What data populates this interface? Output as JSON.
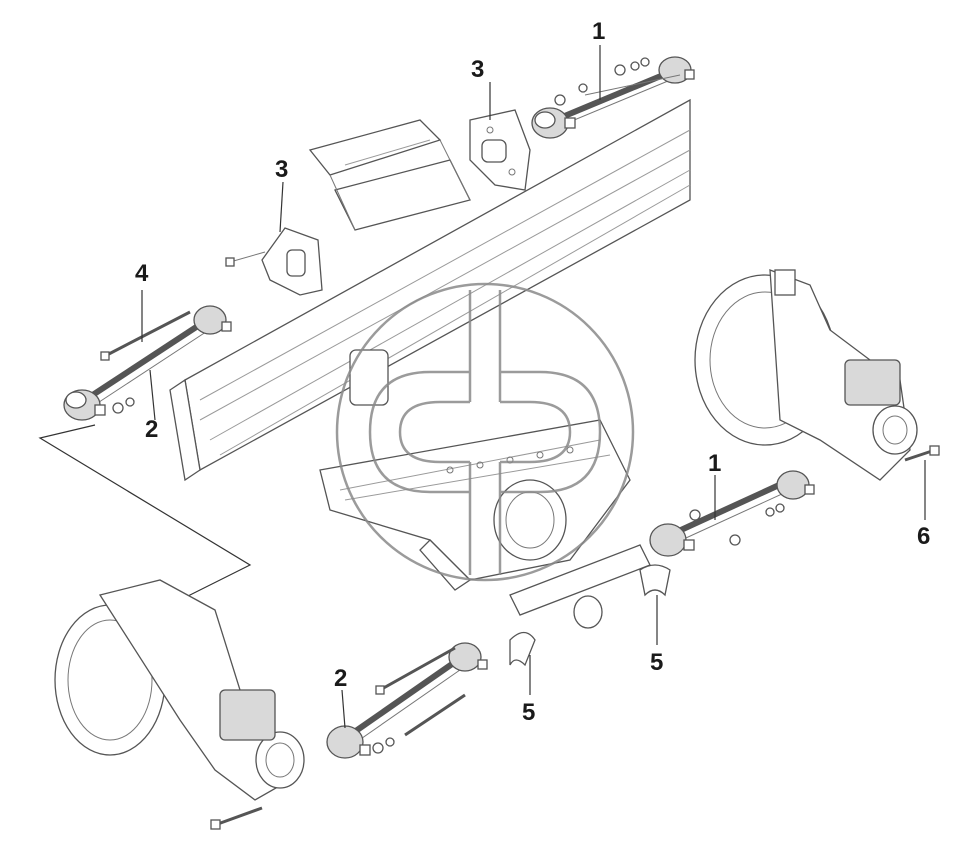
{
  "callouts": [
    {
      "id": "c1",
      "label": "1"
    },
    {
      "id": "c2",
      "label": "1"
    },
    {
      "id": "c3",
      "label": "2"
    },
    {
      "id": "c4",
      "label": "2"
    },
    {
      "id": "c5",
      "label": "3"
    },
    {
      "id": "c6",
      "label": "3"
    },
    {
      "id": "c7",
      "label": "4"
    },
    {
      "id": "c8",
      "label": "5"
    },
    {
      "id": "c9",
      "label": "5"
    },
    {
      "id": "c10",
      "label": "6"
    }
  ],
  "icons": {
    "watermark": "cd-logo-watermark-icon"
  },
  "colors": {
    "line": "#555555",
    "text": "#1a1a1a",
    "watermark": "#8a8a8a"
  }
}
